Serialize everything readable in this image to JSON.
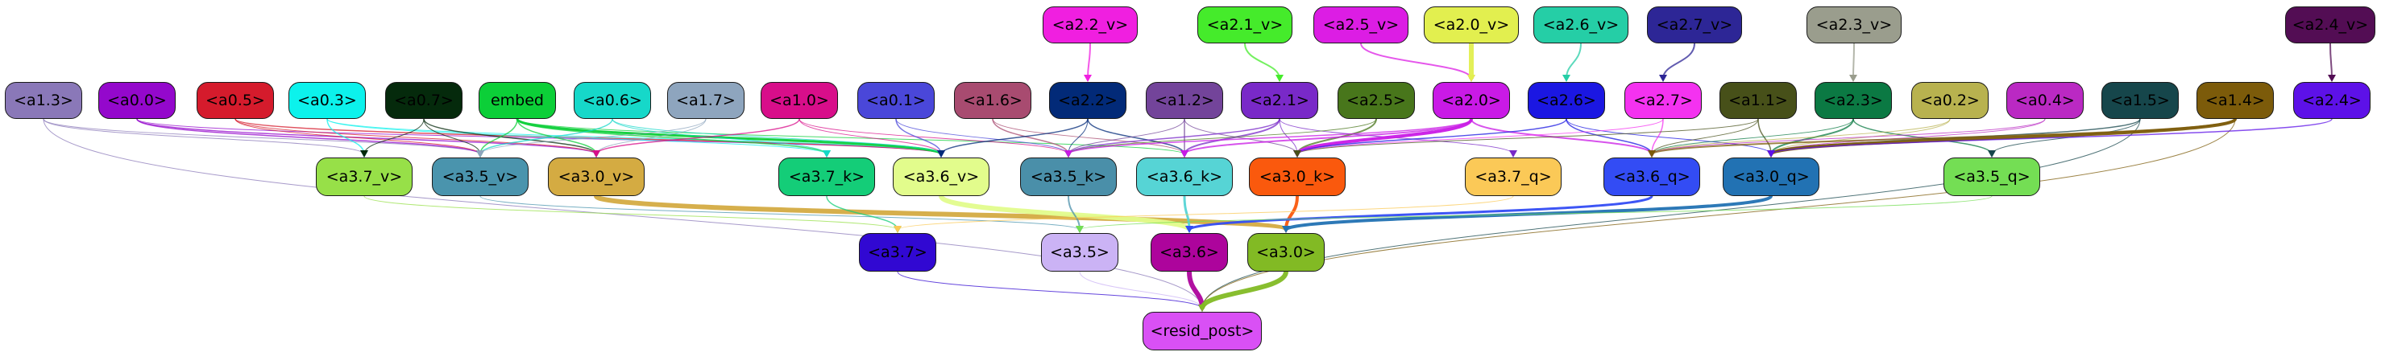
{
  "nodes": [
    {
      "id": "a2_2_v",
      "label": "<a2.2_v>",
      "color": "#f01fe0"
    },
    {
      "id": "a2_1_v",
      "label": "<a2.1_v>",
      "color": "#45eb2b"
    },
    {
      "id": "a2_5_v",
      "label": "<a2.5_v>",
      "color": "#dc1de4"
    },
    {
      "id": "a2_0_v",
      "label": "<a2.0_v>",
      "color": "#e2ef4f"
    },
    {
      "id": "a2_6_v",
      "label": "<a2.6_v>",
      "color": "#25cea6"
    },
    {
      "id": "a2_7_v",
      "label": "<a2.7_v>",
      "color": "#2d2696"
    },
    {
      "id": "a2_3_v",
      "label": "<a2.3_v>",
      "color": "#9a9d8d"
    },
    {
      "id": "a2_4_v",
      "label": "<a2.4_v>",
      "color": "#530d54"
    },
    {
      "id": "a1_3",
      "label": "<a1.3>",
      "color": "#8a78b8"
    },
    {
      "id": "a0_0",
      "label": "<a0.0>",
      "color": "#9408cc"
    },
    {
      "id": "a0_5",
      "label": "<a0.5>",
      "color": "#d51b2c"
    },
    {
      "id": "a0_3",
      "label": "<a0.3>",
      "color": "#0cf2ec"
    },
    {
      "id": "a0_7",
      "label": "<a0.7>",
      "color": "#052a0c"
    },
    {
      "id": "embed",
      "label": "embed",
      "color": "#0ccf38"
    },
    {
      "id": "a0_6",
      "label": "<a0.6>",
      "color": "#16d8c9"
    },
    {
      "id": "a1_7",
      "label": "<a1.7>",
      "color": "#8ea5be"
    },
    {
      "id": "a1_0",
      "label": "<a1.0>",
      "color": "#d80e8a"
    },
    {
      "id": "a0_1",
      "label": "<a0.1>",
      "color": "#4a47d9"
    },
    {
      "id": "a1_6",
      "label": "<a1.6>",
      "color": "#a84b70"
    },
    {
      "id": "a2_2",
      "label": "<a2.2>",
      "color": "#022a78"
    },
    {
      "id": "a1_2",
      "label": "<a1.2>",
      "color": "#73449a"
    },
    {
      "id": "a2_1",
      "label": "<a2.1>",
      "color": "#7929c8"
    },
    {
      "id": "a2_5",
      "label": "<a2.5>",
      "color": "#48761b"
    },
    {
      "id": "a2_0",
      "label": "<a2.0>",
      "color": "#c91ae6"
    },
    {
      "id": "a2_6",
      "label": "<a2.6>",
      "color": "#1b17e2"
    },
    {
      "id": "a2_7",
      "label": "<a2.7>",
      "color": "#f432f0"
    },
    {
      "id": "a1_1",
      "label": "<a1.1>",
      "color": "#475019"
    },
    {
      "id": "a2_3",
      "label": "<a2.3>",
      "color": "#0b7943"
    },
    {
      "id": "a0_2",
      "label": "<a0.2>",
      "color": "#b8b24f"
    },
    {
      "id": "a0_4",
      "label": "<a0.4>",
      "color": "#ba29c3"
    },
    {
      "id": "a1_5",
      "label": "<a1.5>",
      "color": "#16464b"
    },
    {
      "id": "a1_4",
      "label": "<a1.4>",
      "color": "#7c5b0a"
    },
    {
      "id": "a2_4",
      "label": "<a2.4>",
      "color": "#5d11e8"
    },
    {
      "id": "a3_7_v",
      "label": "<a3.7_v>",
      "color": "#97e048"
    },
    {
      "id": "a3_5_v",
      "label": "<a3.5_v>",
      "color": "#4a94ad"
    },
    {
      "id": "a3_0_v",
      "label": "<a3.0_v>",
      "color": "#d4ab42"
    },
    {
      "id": "a3_7_k",
      "label": "<a3.7_k>",
      "color": "#14cd78"
    },
    {
      "id": "a3_6_v",
      "label": "<a3.6_v>",
      "color": "#e2fc8c"
    },
    {
      "id": "a3_5_k",
      "label": "<a3.5_k>",
      "color": "#4a8fa9"
    },
    {
      "id": "a3_6_k",
      "label": "<a3.6_k>",
      "color": "#56d4d5"
    },
    {
      "id": "a3_0_k",
      "label": "<a3.0_k>",
      "color": "#fa590d"
    },
    {
      "id": "a3_7_q",
      "label": "<a3.7_q>",
      "color": "#fbc957"
    },
    {
      "id": "a3_6_q",
      "label": "<a3.6_q>",
      "color": "#334cf4"
    },
    {
      "id": "a3_0_q",
      "label": "<a3.0_q>",
      "color": "#2272b3"
    },
    {
      "id": "a3_5_q",
      "label": "<a3.5_q>",
      "color": "#74de54"
    },
    {
      "id": "a3_7",
      "label": "<a3.7>",
      "color": "#3108d2"
    },
    {
      "id": "a3_5",
      "label": "<a3.5>",
      "color": "#cbb3f5"
    },
    {
      "id": "a3_6",
      "label": "<a3.6>",
      "color": "#ad049c"
    },
    {
      "id": "a3_0",
      "label": "<a3.0>",
      "color": "#82ba24"
    },
    {
      "id": "resid_post",
      "label": "<resid_post>",
      "color": "#d950f5"
    }
  ],
  "edges": [
    [
      "a2_2_v",
      "a2_2",
      2
    ],
    [
      "a2_1_v",
      "a2_1",
      2
    ],
    [
      "a2_5_v",
      "a2_0",
      2
    ],
    [
      "a2_0_v",
      "a2_0",
      6
    ],
    [
      "a2_6_v",
      "a2_6",
      2
    ],
    [
      "a2_7_v",
      "a2_7",
      2
    ],
    [
      "a2_3_v",
      "a2_3",
      2
    ],
    [
      "a2_4_v",
      "a2_4",
      2
    ],
    [
      "a1_3",
      "resid_post",
      1
    ],
    [
      "a1_3",
      "a3_7_v",
      1
    ],
    [
      "a1_3",
      "a3_5_v",
      1
    ],
    [
      "a0_0",
      "a3_0_v",
      1.5
    ],
    [
      "a0_0",
      "a3_5_v",
      1.5
    ],
    [
      "a0_0",
      "a3_6_v",
      1
    ],
    [
      "a0_5",
      "a3_6_v",
      1.5
    ],
    [
      "a0_5",
      "a3_0_v",
      1
    ],
    [
      "a0_5",
      "a3_5_v",
      1
    ],
    [
      "a0_3",
      "a3_7_v",
      1.5
    ],
    [
      "a0_3",
      "a3_6_v",
      1
    ],
    [
      "a0_3",
      "a3_7_k",
      1
    ],
    [
      "a0_7",
      "a3_0_v",
      1.5
    ],
    [
      "a0_7",
      "a3_5_v",
      1
    ],
    [
      "a0_7",
      "a3_7_v",
      1
    ],
    [
      "embed",
      "a3_6_v",
      3
    ],
    [
      "embed",
      "a3_0_v",
      1.5
    ],
    [
      "embed",
      "a3_7_k",
      1.5
    ],
    [
      "embed",
      "a3_5_v",
      1.5
    ],
    [
      "embed",
      "a3_6_k",
      1
    ],
    [
      "a0_6",
      "a3_5_v",
      1.5
    ],
    [
      "a0_6",
      "a3_7_k",
      1
    ],
    [
      "a0_6",
      "a3_6_v",
      1
    ],
    [
      "a1_7",
      "a3_5_v",
      1
    ],
    [
      "a1_7",
      "a3_0_v",
      1
    ],
    [
      "a1_0",
      "a3_0_v",
      1.5
    ],
    [
      "a1_0",
      "a3_6_v",
      1
    ],
    [
      "a1_0",
      "a3_5_k",
      1
    ],
    [
      "a0_1",
      "a3_6_v",
      1.5
    ],
    [
      "a0_1",
      "a3_5_k",
      1
    ],
    [
      "a1_6",
      "a3_5_k",
      1.5
    ],
    [
      "a1_6",
      "a3_6_k",
      1
    ],
    [
      "a2_2",
      "a3_6_v",
      1.5
    ],
    [
      "a2_2",
      "a3_6_k",
      1.5
    ],
    [
      "a2_2",
      "a3_5_k",
      1
    ],
    [
      "a1_2",
      "a3_6_k",
      1.5
    ],
    [
      "a1_2",
      "a3_5_k",
      1
    ],
    [
      "a1_2",
      "a3_0_k",
      1
    ],
    [
      "a2_1",
      "a3_6_k",
      2
    ],
    [
      "a2_1",
      "a3_5_k",
      1.5
    ],
    [
      "a2_1",
      "a3_0_k",
      1
    ],
    [
      "a2_1",
      "a3_7_q",
      1
    ],
    [
      "a2_5",
      "a3_0_k",
      2
    ],
    [
      "a2_5",
      "a3_5_k",
      1
    ],
    [
      "a2_0",
      "a3_0_k",
      4
    ],
    [
      "a2_0",
      "a3_6_k",
      2
    ],
    [
      "a2_0",
      "a3_6_q",
      2
    ],
    [
      "a2_0",
      "a3_5_k",
      1.5
    ],
    [
      "a2_6",
      "a3_6_q",
      1.5
    ],
    [
      "a2_6",
      "a3_0_k",
      1.5
    ],
    [
      "a2_6",
      "a3_0_q",
      1
    ],
    [
      "a2_7",
      "a3_6_q",
      1.5
    ],
    [
      "a2_7",
      "a3_0_k",
      1
    ],
    [
      "a1_1",
      "a3_0_q",
      1.5
    ],
    [
      "a1_1",
      "a3_6_q",
      1
    ],
    [
      "a1_1",
      "a3_0_k",
      1
    ],
    [
      "a2_3",
      "a3_0_q",
      2
    ],
    [
      "a2_3",
      "a3_5_q",
      1.5
    ],
    [
      "a2_3",
      "a3_6_q",
      1
    ],
    [
      "a0_2",
      "a3_6_q",
      1
    ],
    [
      "a0_2",
      "a3_0_q",
      1
    ],
    [
      "a0_4",
      "a3_6_q",
      1
    ],
    [
      "a0_4",
      "a3_0_q",
      1
    ],
    [
      "a1_5",
      "a3_0_q",
      1.5
    ],
    [
      "a1_5",
      "a3_5_q",
      1
    ],
    [
      "a1_5",
      "resid_post",
      1
    ],
    [
      "a1_4",
      "a3_0_q",
      4
    ],
    [
      "a1_4",
      "a3_6_q",
      2
    ],
    [
      "a1_4",
      "resid_post",
      1
    ],
    [
      "a2_4",
      "a3_0_q",
      1.5
    ],
    [
      "a3_7_v",
      "a3_7",
      1
    ],
    [
      "a3_5_v",
      "a3_5",
      1
    ],
    [
      "a3_0_v",
      "a3_0",
      6
    ],
    [
      "a3_7_k",
      "a3_7",
      1.5
    ],
    [
      "a3_6_v",
      "a3_6",
      6
    ],
    [
      "a3_5_k",
      "a3_5",
      2
    ],
    [
      "a3_6_k",
      "a3_6",
      3
    ],
    [
      "a3_0_k",
      "a3_0",
      4
    ],
    [
      "a3_7_q",
      "a3_7",
      1
    ],
    [
      "a3_6_q",
      "a3_6",
      3
    ],
    [
      "a3_0_q",
      "a3_0",
      4
    ],
    [
      "a3_5_q",
      "a3_5",
      1
    ],
    [
      "a3_7",
      "resid_post",
      1
    ],
    [
      "a3_5",
      "resid_post",
      1
    ],
    [
      "a3_6",
      "resid_post",
      6
    ],
    [
      "a3_0",
      "resid_post",
      6
    ]
  ]
}
